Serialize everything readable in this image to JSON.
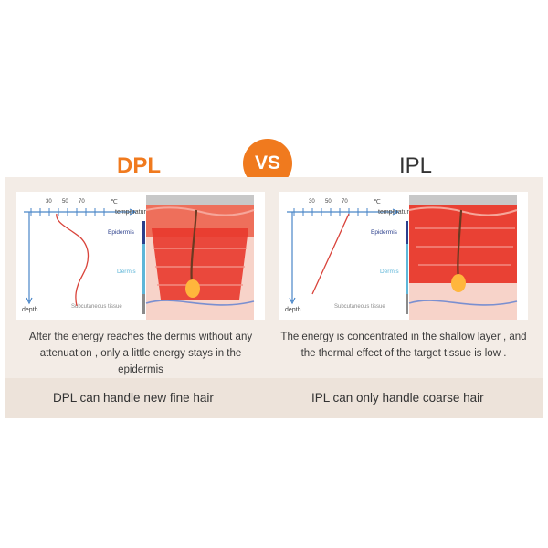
{
  "header": {
    "dpl_title": "DPL",
    "vs_label": "VS",
    "ipl_title": "IPL"
  },
  "diagram_labels": {
    "tick_30": "30",
    "tick_50": "50",
    "tick_70": "70",
    "unit": "℃",
    "temperature": "temperature",
    "depth": "depth",
    "epidermis": "Epidermis",
    "dermis": "Dermis",
    "subcutaneous": "Subcutaneous tissue"
  },
  "dpl": {
    "description": "After the energy reaches the dermis without any attenuation , only a little energy stays in the epidermis",
    "conclusion": "DPL can handle new fine hair"
  },
  "ipl": {
    "description": "The energy is concentrated in the shallow layer , and the thermal effect of the target tissue is low .",
    "conclusion": "IPL can only handle coarse hair"
  },
  "colors": {
    "accent": "#f07a1e",
    "band": "#f3ece6",
    "axis": "#4a86c8",
    "epidermis_bar": "#2b3f8c",
    "dermis_bar": "#5fb6d8",
    "subcutaneous_bar": "#8a8a8a",
    "heat": "#e8392c"
  }
}
